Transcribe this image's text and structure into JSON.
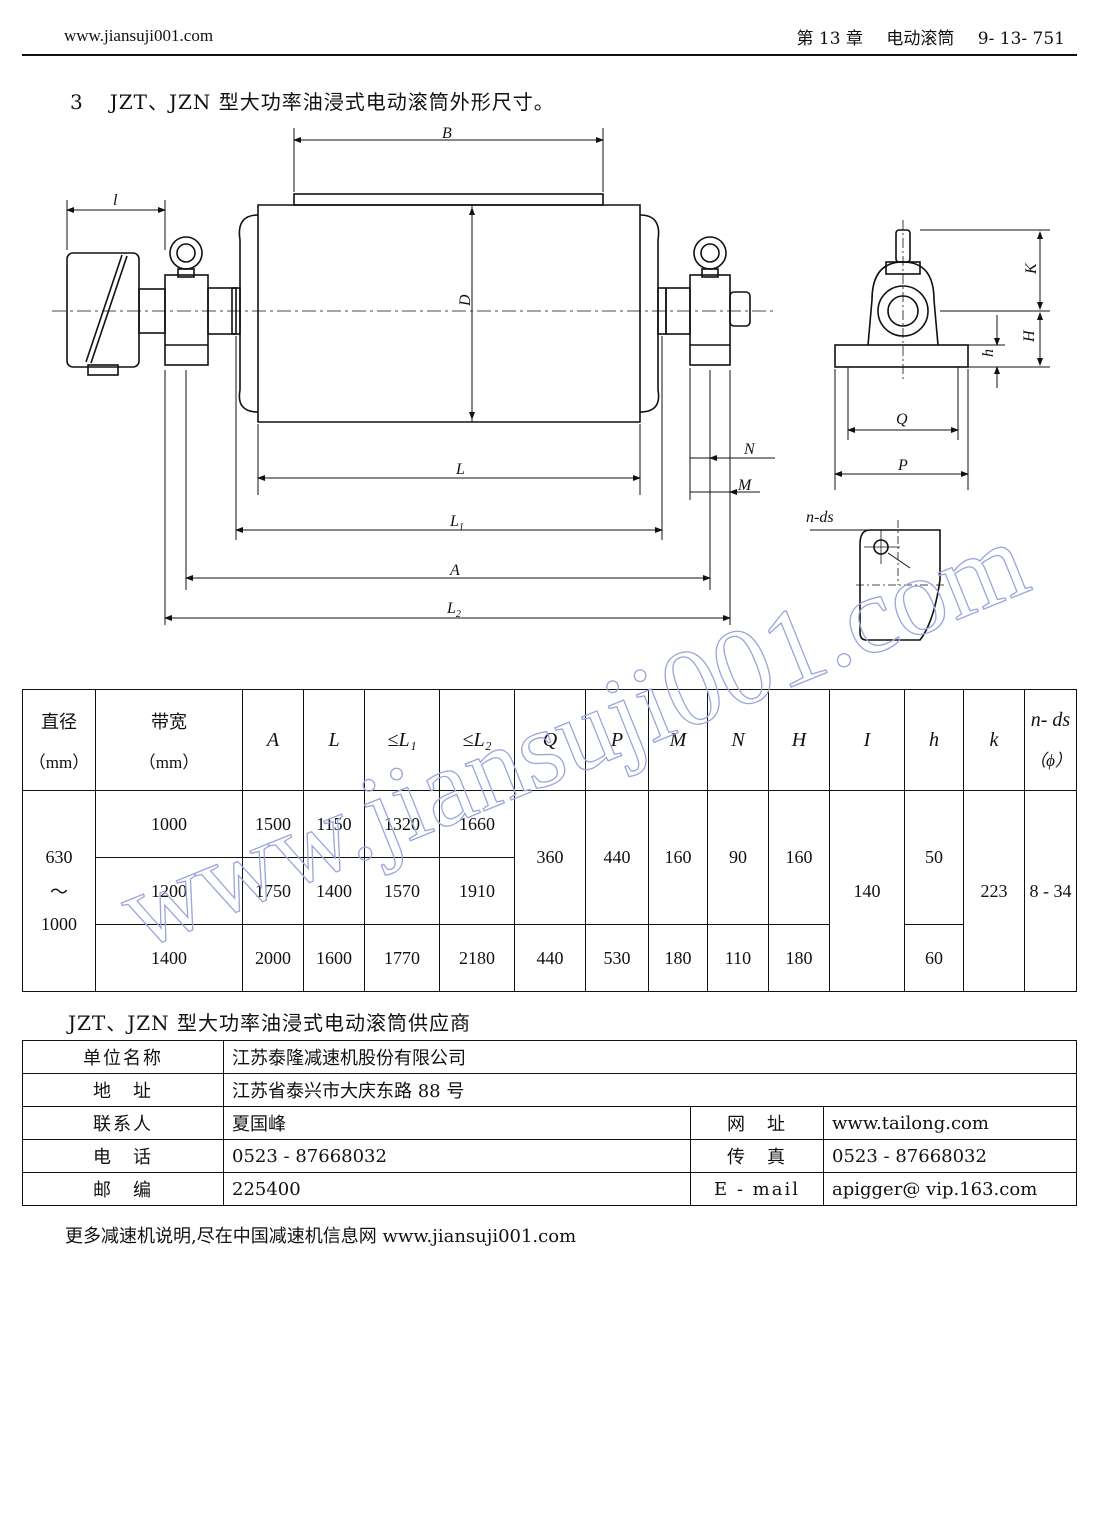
{
  "header": {
    "site": "www.jiansuji001.com",
    "chapter": "第 13 章",
    "chapter_name": "电动滚筒",
    "page_no": "9- 13- 751"
  },
  "section": {
    "number": "3",
    "title": "JZT、JZN 型大功率油浸式电动滚筒外形尺寸。"
  },
  "drawing": {
    "dims": {
      "B": "B",
      "l": "l",
      "D": "D",
      "L": "L",
      "L1": "L",
      "L1_sub": "1",
      "A": "A",
      "L2": "L",
      "L2_sub": "2",
      "N": "N",
      "M": "M",
      "K": "K",
      "H": "H",
      "h": "h",
      "Q": "Q",
      "P": "P",
      "nds": "n-ds"
    }
  },
  "watermark": "www.jiansuji001.com",
  "spec_table": {
    "headers": {
      "diameter": "直径",
      "diameter_unit": "（mm）",
      "belt_width": "带宽",
      "belt_width_unit": "（mm）",
      "A": "A",
      "L": "L",
      "L1": "≤L₁",
      "L2": "≤L₂",
      "Q": "Q",
      "P": "P",
      "M": "M",
      "N": "N",
      "H": "H",
      "I": "I",
      "h": "h",
      "k": "k",
      "nds": "n- ds",
      "nds_unit": "（ϕ）"
    },
    "diameter": [
      "630",
      "～",
      "1000"
    ],
    "rows": [
      {
        "belt_width": "1000",
        "A": "1500",
        "L": "1150",
        "L1": "1320",
        "L2": "1660"
      },
      {
        "belt_width": "1200",
        "A": "1750",
        "L": "1400",
        "L1": "1570",
        "L2": "1910"
      },
      {
        "belt_width": "1400",
        "A": "2000",
        "L": "1600",
        "L1": "1770",
        "L2": "2180"
      }
    ],
    "group1": {
      "Q": "360",
      "P": "440",
      "M": "160",
      "N": "90",
      "H": "160"
    },
    "group2": {
      "Q": "440",
      "P": "530",
      "M": "180",
      "N": "110",
      "H": "180"
    },
    "shared": {
      "I": "140",
      "k": "223",
      "nds": "8 - 34"
    },
    "h": [
      "50",
      "60"
    ]
  },
  "supplier": {
    "title": "JZT、JZN 型大功率油浸式电动滚筒供应商",
    "company_label": "单位名称",
    "company": "江苏泰隆减速机股份有限公司",
    "address_label": "地　址",
    "address": "江苏省泰兴市大庆东路 88 号",
    "contact_label": "联系人",
    "contact": "夏国峰",
    "website_label": "网　址",
    "website": "www.tailong.com",
    "phone_label": "电　话",
    "phone": "0523 - 87668032",
    "fax_label": "传　真",
    "fax": "0523 - 87668032",
    "postcode_label": "邮　编",
    "postcode": "225400",
    "email_label": "E - mail",
    "email": "apigger@ vip.163.com"
  },
  "footer": "更多减速机说明,尽在中国减速机信息网 www.jiansuji001.com"
}
